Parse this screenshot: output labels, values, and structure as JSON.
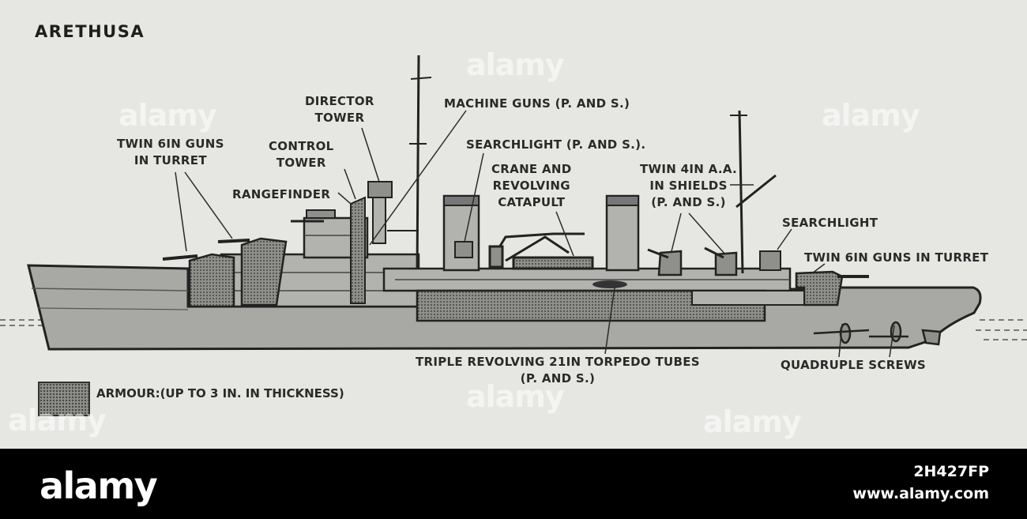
{
  "title": "ARETHUSA",
  "labels": {
    "twin_6in_forward": "TWIN 6IN GUNS\nIN TURRET",
    "director_tower": "DIRECTOR\nTOWER",
    "control_tower": "CONTROL\nTOWER",
    "rangefinder": "RANGEFINDER",
    "machine_guns": "MACHINE GUNS (P. AND S.)",
    "searchlight_fwd": "SEARCHLIGHT (P. AND S.).",
    "crane": "CRANE AND\nREVOLVING\nCATAPULT",
    "twin_4in_aa": "TWIN 4IN A.A.\nIN SHIELDS\n(P. AND S.)",
    "searchlight_aft": "SEARCHLIGHT",
    "twin_6in_aft": "TWIN 6IN GUNS IN TURRET",
    "torpedo_tubes": "TRIPLE REVOLVING 21IN TORPEDO TUBES\n(P. AND S.)",
    "screws": "QUADRUPLE SCREWS"
  },
  "legend": {
    "text": "ARMOUR:(UP TO 3 IN. IN THICKNESS)"
  },
  "colors": {
    "hull": "#a8a8a4",
    "armour": "#8f8f8b",
    "ink": "#2a2a2a",
    "background": "#e6e6e3"
  },
  "watermarks": [
    "alamy",
    "alamy",
    "alamy",
    "alamy",
    "alamy",
    "alamy"
  ],
  "footer": {
    "logo": "alamy",
    "image_id": "2H427FP",
    "url": "www.alamy.com"
  }
}
